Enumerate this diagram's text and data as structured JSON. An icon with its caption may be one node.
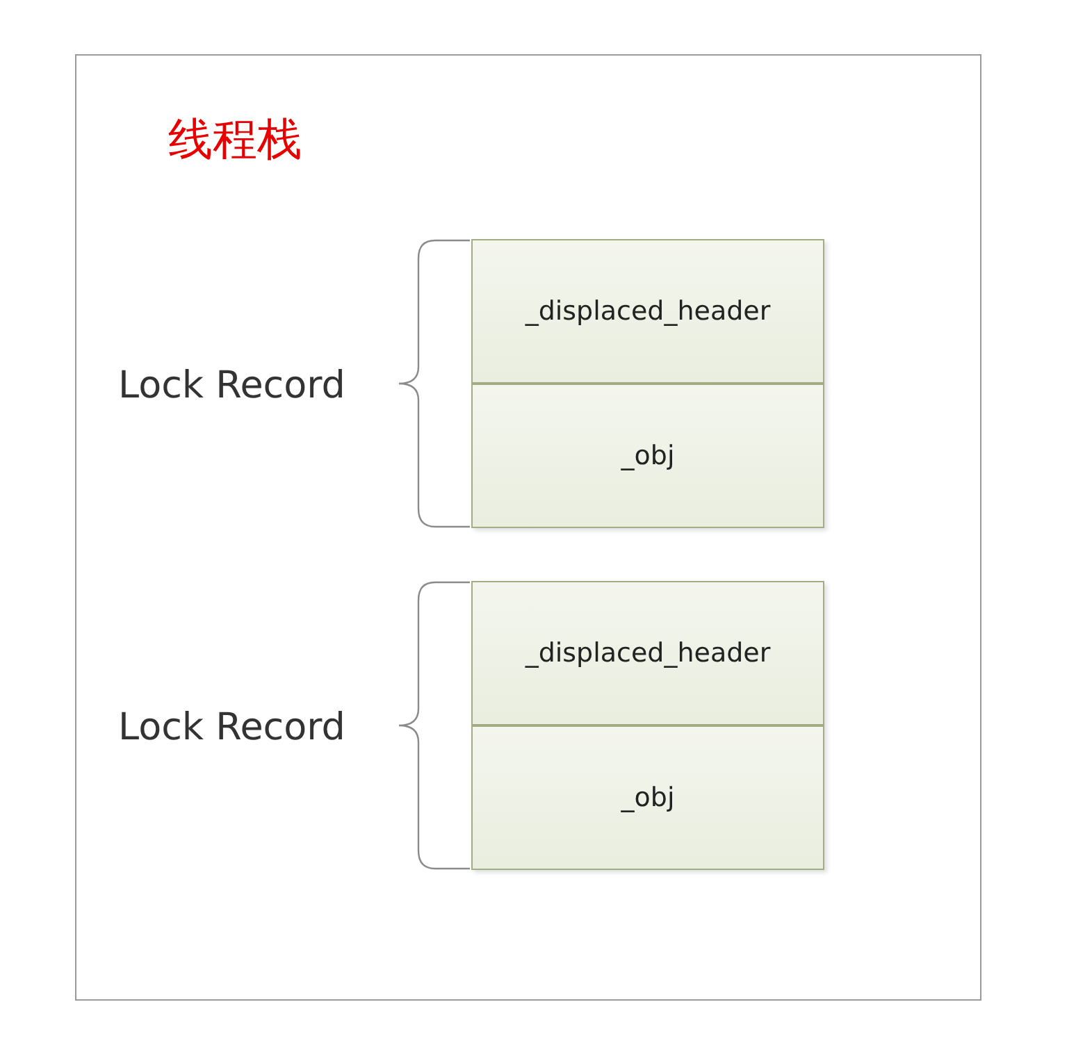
{
  "diagram": {
    "nodes": [
      {
        "text": [
          "线程栈"
        ]
      },
      {
        "text": [
          "_displaced_header"
        ],
        "in": 0
      },
      {
        "text": [
          "_obj"
        ],
        "in": 0
      },
      {
        "text": [
          "_displaced_header"
        ],
        "in": 0
      },
      {
        "text": [
          "_obj"
        ],
        "in": 0
      }
    ],
    "labels": [
      "Lock Record",
      "Lock Record"
    ]
  }
}
